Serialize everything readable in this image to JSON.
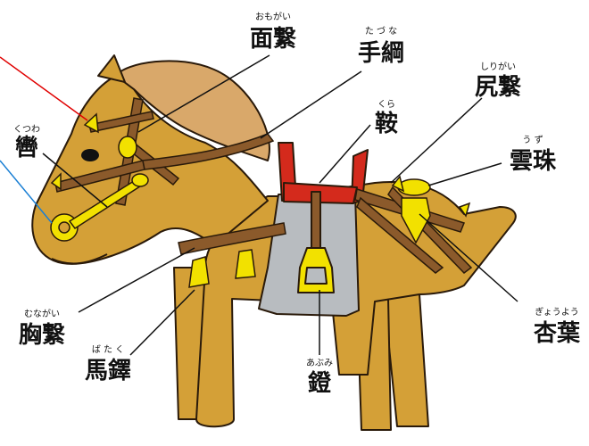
{
  "labels": [
    {
      "id": "omogai",
      "ruby": "おもがい",
      "kanji": "面繋"
    },
    {
      "id": "tazuna",
      "ruby": "た づ な",
      "kanji": "手綱"
    },
    {
      "id": "shirigai",
      "ruby": "しりがい",
      "kanji": "尻繋"
    },
    {
      "id": "kutsuwa",
      "ruby": "くつわ",
      "kanji": "轡"
    },
    {
      "id": "kura",
      "ruby": "くら",
      "kanji": "鞍"
    },
    {
      "id": "uzu",
      "ruby": "う   ず",
      "kanji": "雲珠"
    },
    {
      "id": "munagai",
      "ruby": "むながい",
      "kanji": "胸繋"
    },
    {
      "id": "gyoyo",
      "ruby": "ぎょうよう",
      "kanji": "杏葉"
    },
    {
      "id": "bataku",
      "ruby": "ば た く",
      "kanji": "馬鐸"
    },
    {
      "id": "abumi",
      "ruby": "あぶみ",
      "kanji": "鐙"
    }
  ],
  "colors": {
    "body": "#d4a037",
    "outline": "#2a1a0a",
    "saddle_cloth": "#b8bcc0",
    "saddle_red": "#d42a1c",
    "gold": "#f2e100",
    "strap": "#8b5a2b",
    "mane": "#d9a86a",
    "pointer_red": "#e00000",
    "pointer_blue": "#1a7fd4"
  }
}
